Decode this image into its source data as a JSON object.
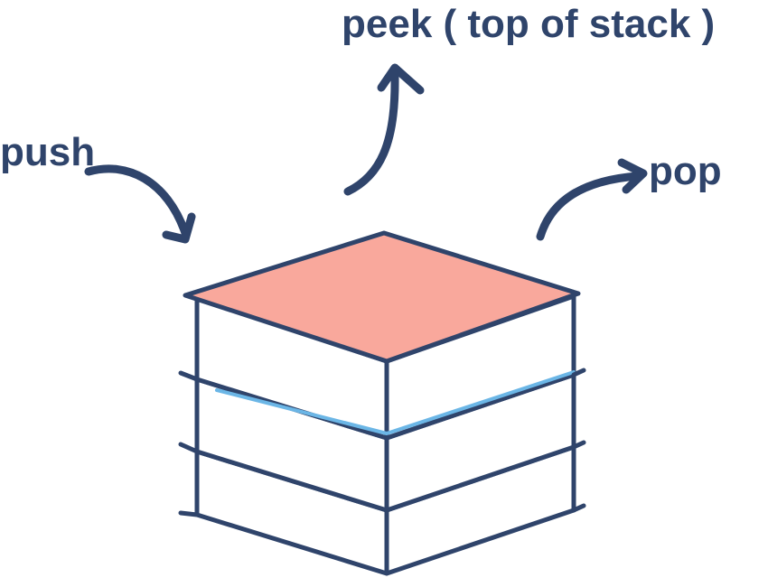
{
  "labels": {
    "peek": "peek ( top of stack )",
    "push": "push",
    "pop": "pop"
  },
  "colors": {
    "ink": "#2f446b",
    "top_face": "#f9a89c",
    "separator": "#6bb6e6",
    "side_face": "#ffffff"
  },
  "icons": [
    "push-arrow-icon",
    "peek-arrow-icon",
    "pop-arrow-icon"
  ]
}
